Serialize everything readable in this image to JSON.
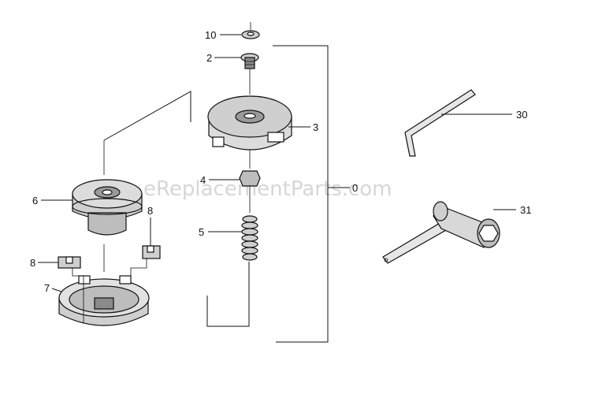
{
  "watermark": "eReplacementParts.com",
  "callouts": {
    "c10": "10",
    "c2": "2",
    "c3": "3",
    "c4": "4",
    "c5": "5",
    "c6": "6",
    "c7": "7",
    "c8a": "8",
    "c8b": "8",
    "c0": "0",
    "c30": "30",
    "c31": "31"
  },
  "colors": {
    "line": "#111111",
    "part_fill": "#cfcfcf",
    "part_dark": "#8a8a8a",
    "watermark": "#d6d6d6"
  }
}
